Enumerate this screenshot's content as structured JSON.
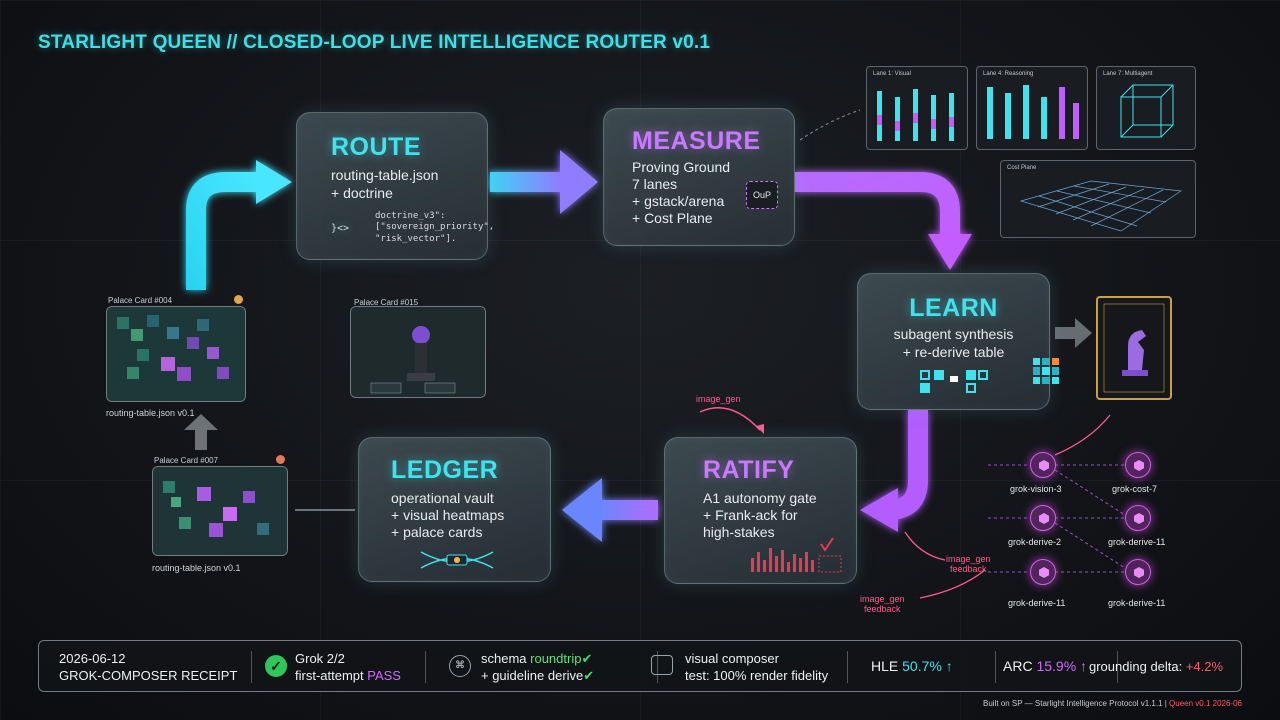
{
  "title": "STARLIGHT QUEEN // CLOSED-LOOP LIVE INTELLIGENCE ROUTER v0.1",
  "stages": {
    "route": {
      "heading": "ROUTE",
      "line1": "routing-table.json",
      "line2": "+ doctrine",
      "code1": "doctrine_v3\":",
      "code2": "[\"sovereign_priority\",",
      "code3": "\"risk_vector\"].",
      "code_icon": "}<>"
    },
    "measure": {
      "heading": "MEASURE",
      "line1": "Proving Ground",
      "line2": "7 lanes",
      "line3": "+ gstack/arena",
      "line4": "+ Cost Plane",
      "badge": "OuP"
    },
    "learn": {
      "heading": "LEARN",
      "line1": "subagent synthesis",
      "line2": "+ re-derive table"
    },
    "ratify": {
      "heading": "RATIFY",
      "line1": "A1 autonomy gate",
      "line2": "+ Frank-ack for",
      "line3": "high-stakes",
      "above_label": "image_gen"
    },
    "ledger": {
      "heading": "LEDGER",
      "line1": "operational vault",
      "line2": "+ visual heatmaps",
      "line3": "+ palace cards"
    }
  },
  "palace_cards": {
    "card1_label": "Palace Card #004",
    "card1_caption": "routing-table.json v0.1",
    "card2_label": "Palace Card #015",
    "card3_label": "Palace Card #007",
    "card3_caption": "routing-table.json v0.1"
  },
  "lanes": {
    "lane1": "Lane 1: Visual",
    "lane2": "Lane 4: Reasoning",
    "lane3": "Lane 7: Multiagent",
    "cost": "Cost Plane"
  },
  "agents": {
    "vision": "grok-vision-3",
    "cost": "grok-cost-7",
    "derive2": "grok-derive-2",
    "derive11a": "grok-derive-11",
    "derive11b": "grok-derive-11",
    "derive11c": "grok-derive-11",
    "feedback1": "image_gen\nfeedback",
    "feedback2": "image_gen\nfeedback"
  },
  "receipt": {
    "date": "2026-06-12",
    "name": "GROK-COMPOSER RECEIPT",
    "grok_line1": "Grok 2/2",
    "grok_line2_a": "first-attempt ",
    "grok_line2_b": "PASS",
    "schema_a": "schema ",
    "schema_b": "roundtrip",
    "schema_c": "+ guideline derive",
    "visual_line1": "visual composer",
    "visual_line2": "test: 100% render fidelity",
    "hle_label": "HLE ",
    "hle_value": "50.7%",
    "arc_label": "ARC ",
    "arc_value": "15.9%",
    "grounding_label": "grounding delta: ",
    "grounding_value": "+4.2%"
  },
  "footer": {
    "text": "Built on SP — Starlight Intelligence Protocol v1.1.1 | ",
    "highlight": "Queen v0.1 2026-06"
  },
  "colors": {
    "cyan": "#3fe3ee",
    "violet": "#c879ff",
    "pass_green": "#3fe06a",
    "delta_red": "#ff5a6a"
  }
}
